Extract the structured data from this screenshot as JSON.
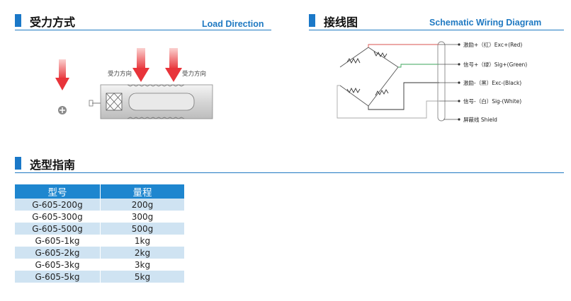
{
  "load_section": {
    "title": "受力方式",
    "subtitle_en": "Load Direction",
    "arrow_label_1": "受力方向",
    "arrow_label_2": "受力方向"
  },
  "wiring_section": {
    "title": "接线图",
    "subtitle_en": "Schematic Wiring Diagram",
    "wires": [
      {
        "label": "激励+（红）Exc+(Red)",
        "color": "#d9534f"
      },
      {
        "label": "信号+（绿）Sig+(Green)",
        "color": "#3aa55a"
      },
      {
        "label": "激励-（黑）Exc-(Black)",
        "color": "#333333"
      },
      {
        "label": "信号-（白）Sig-(White)",
        "color": "#999999"
      },
      {
        "label": "屏蔽线  Shield",
        "color": "#555555"
      }
    ]
  },
  "selection_section": {
    "title": "选型指南",
    "table": {
      "headers": [
        "型号",
        "量程"
      ],
      "rows": [
        [
          "G-605-200g",
          "200g"
        ],
        [
          "G-605-300g",
          "300g"
        ],
        [
          "G-605-500g",
          "500g"
        ],
        [
          "G-605-1kg",
          "1kg"
        ],
        [
          "G-605-2kg",
          "2kg"
        ],
        [
          "G-605-3kg",
          "3kg"
        ],
        [
          "G-605-5kg",
          "5kg"
        ]
      ]
    }
  },
  "colors": {
    "accent": "#1a78c8",
    "arrow": "#e8343a",
    "table_header": "#1e86cf",
    "table_stripe": "#cfe3f2"
  }
}
